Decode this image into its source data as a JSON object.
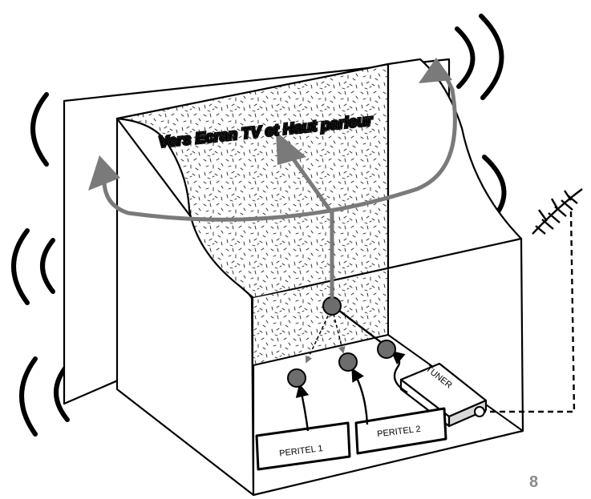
{
  "diagram": {
    "title": "Vers Ecran TV et Haut parleur",
    "tuner_label": "TUNER",
    "peritel1_label": "PERITEL 1",
    "peritel2_label": "PERITEL 2",
    "page_number": "8"
  },
  "colors": {
    "outline": "#000000",
    "arrow_gray": "#7a7a7a",
    "node_fill": "#6d6d6d",
    "page_number": "#8a8a8a",
    "tuner_side": "#d8d8d8",
    "background": "#ffffff"
  }
}
